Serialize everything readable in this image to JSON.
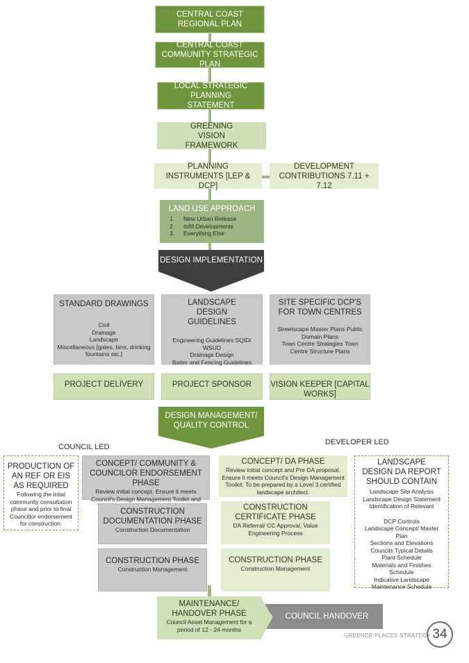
{
  "top": {
    "central_coast_regional_plan": "CENTRAL COAST REGIONAL PLAN",
    "community_strategic_plan": "CENTRAL COAST COMMUNITY STRATEGIC PLAN",
    "local_strategic_planning_statement": "LOCAL STRATEGIC PLANNING STATEMENT",
    "greening_vision_framework": "GREENING VISION FRAMEWORK",
    "planning_instruments": "PLANNING INSTRUMENTS [LEP & DCP]",
    "development_contributions": "DEVELOPMENT CONTRIBUTIONS 7.11 + 7.12"
  },
  "land_use": {
    "title": "LAND USE APPROACH",
    "items": [
      "New Urban Release",
      "Infill Developments",
      "Everything Else"
    ],
    "numbers": [
      "1.",
      "2.",
      "3."
    ]
  },
  "design_implementation": "DESIGN IMPLEMENTATION",
  "columns": [
    {
      "title": "STANDARD DRAWINGS",
      "body": "Civil\nDrainage\nLandscape\nMiscellaneous [gates, bins, drinking fountains etc.]"
    },
    {
      "title": "LANDSCAPE DESIGN GUIDELINES",
      "body": "Engineering Guidelines SQID/ WSUD\nDrainage Design\nBatter and Fencing Guidelines"
    },
    {
      "title": "SITE SPECIFIC DCP'S FOR TOWN CENTRES",
      "body": "Streetscape Master Plans Public Domain Plans\nTown Centre Strategies Town Centre Structure Plans"
    }
  ],
  "roles": {
    "project_delivery": "PROJECT DELIVERY",
    "project_sponsor": "PROJECT SPONSOR",
    "vision_keeper": "VISION KEEPER [CAPITAL WORKS]"
  },
  "design_management": "DESIGN MANAGEMENT/ QUALITY CONTROL",
  "council_led": "COUNCIL LED",
  "developer_led": "DEVELOPER LED",
  "ref_eis": {
    "title": "PRODUCTION OF AN REF OR EIS AS REQUIRED",
    "body": "Following the intial community consultation phase and prior to final Councillor endorsement for construction."
  },
  "council_phases": [
    {
      "title": "CONCEPT/ COMMUNITY & COUNCILOR ENDORSEMENT PHASE",
      "body": "Review initial concept. Ensure it meets Council's Design Management Toolkit and Community/ Councilor Expectations"
    },
    {
      "title": "CONSTRUCTION DOCUMENTATION PHASE",
      "body": "Construction Documentation"
    },
    {
      "title": "CONSTRUCTION PHASE",
      "body": "Construction Management"
    }
  ],
  "developer_phases": [
    {
      "title": "CONCEPT/ DA PHASE",
      "body": "Review initial concept and Pre DA proposal. Ensure it meets Council's Design Management Toolkit. To be prepared by a Level 3 certified landscape architect."
    },
    {
      "title": "CONSTRUCTION CERTIFICATE PHASE",
      "body": "DA Referral/ CC Approval, Value Engineering Process"
    },
    {
      "title": "CONSTRUCTION PHASE",
      "body": "Construction Management"
    }
  ],
  "da_report": {
    "title": "LANDSCAPE DESIGN DA REPORT SHOULD CONTAIN",
    "items": [
      "Landscape Site Analysis",
      "Landscape Design Statement",
      "Identification of Relevant",
      "DCP Controls",
      "Landscape Concept/ Master Plan",
      "Sections and Elevations",
      "Councils Typical Details",
      "Plant Schedule",
      "Materials and Finishes Schedule",
      "Indicative Landscape",
      "Maintenance Schedule"
    ]
  },
  "maintenance": {
    "title": "MAINTENANCE/ HANDOVER PHASE",
    "body": "Council Asset Management for a period of 12 - 24 months"
  },
  "council_handover": "COUNCIL HANDOVER",
  "footer": {
    "strategy": "GREENER PLACES STRATEGY",
    "page_number": "34"
  },
  "colors": {
    "dark_green": "#6f953d",
    "mid_green": "#9cb782",
    "light_green": "#cfdfb6",
    "pale_green": "#e2eccf",
    "grey": "#c9c9c9",
    "charcoal": "#3e3e3e"
  }
}
